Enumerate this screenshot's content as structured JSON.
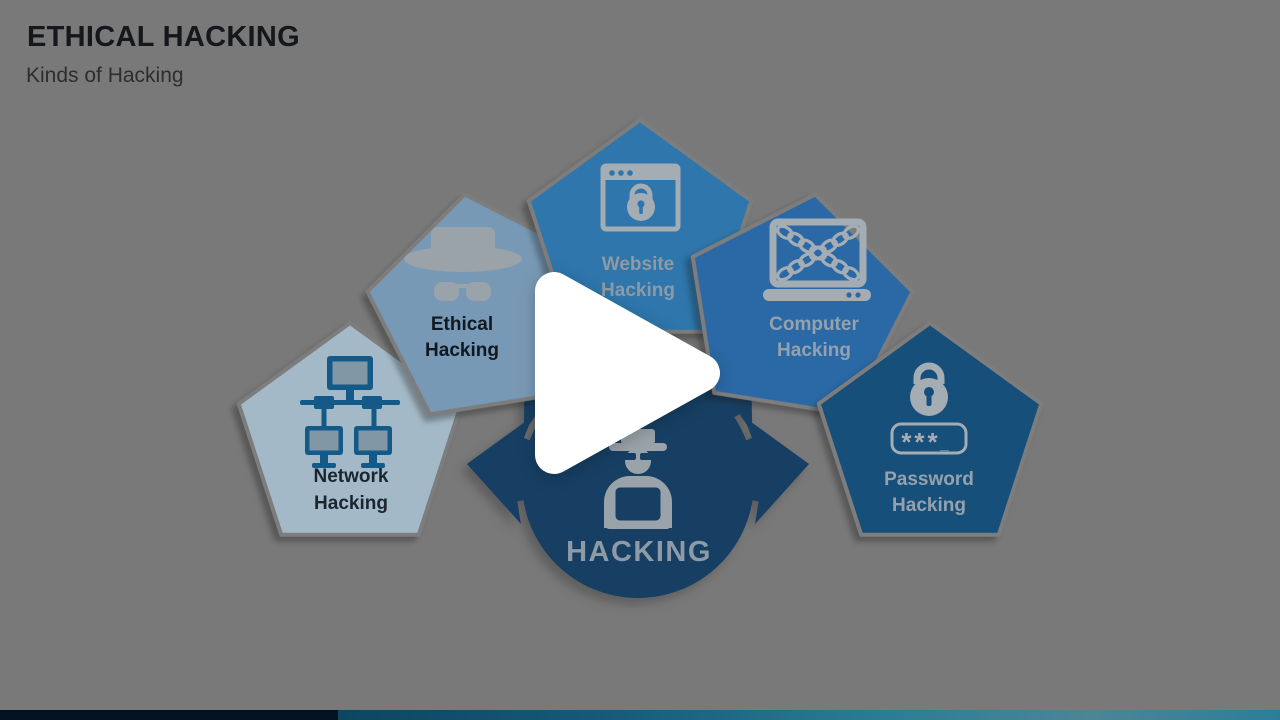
{
  "palette": {
    "background": "#797979",
    "title_color": "#14171b",
    "subtitle_color": "#2b2e31",
    "pentagon_stroke": "#7d7d7d",
    "icon_gray": "#a5adb4",
    "icon_gray_soft": "#9aa3a9",
    "network_icon_blue": "#135a88",
    "network_screen": "#8297a6",
    "center_navy": "#173f63",
    "center_text": "#8e9aa6",
    "play_white": "#ffffff",
    "bar_navy": "#041024",
    "bar_teal_dark": "#0d465f",
    "bar_teal_mid": "#2a7d94",
    "bar_teal_light": "#4d8596",
    "bar_teal_end": "#2b7e99"
  },
  "header": {
    "title": "ETHICAL HACKING",
    "subtitle": "Kinds of Hacking"
  },
  "center": {
    "label": "HACKING",
    "icon": "hacker-spy-icon"
  },
  "pentagons": [
    {
      "name": "Network Hacking",
      "line1": "Network",
      "line2": "Hacking",
      "fill": "#a4b9c7",
      "label_color": "#1b2530",
      "icon": "network-icon"
    },
    {
      "name": "Ethical Hacking",
      "line1": "Ethical",
      "line2": "Hacking",
      "fill": "#7899b5",
      "label_color": "#111820",
      "icon": "spy-hat-glasses-icon"
    },
    {
      "name": "Website Hacking",
      "line1": "Website",
      "line2": "Hacking",
      "fill": "#2e76ab",
      "label_color": "#8e9aa5",
      "icon": "browser-lock-icon"
    },
    {
      "name": "Computer Hacking",
      "line1": "Computer",
      "line2": "Hacking",
      "fill": "#2a69a6",
      "label_color": "#95a1ac",
      "icon": "laptop-chains-icon"
    },
    {
      "name": "Password Hacking",
      "line1": "Password",
      "line2": "Hacking",
      "fill": "#174f7b",
      "label_color": "#95a1ac",
      "icon": "padlock-password-icon"
    }
  ],
  "password_field": {
    "stars": "***",
    "cursor": "_"
  }
}
